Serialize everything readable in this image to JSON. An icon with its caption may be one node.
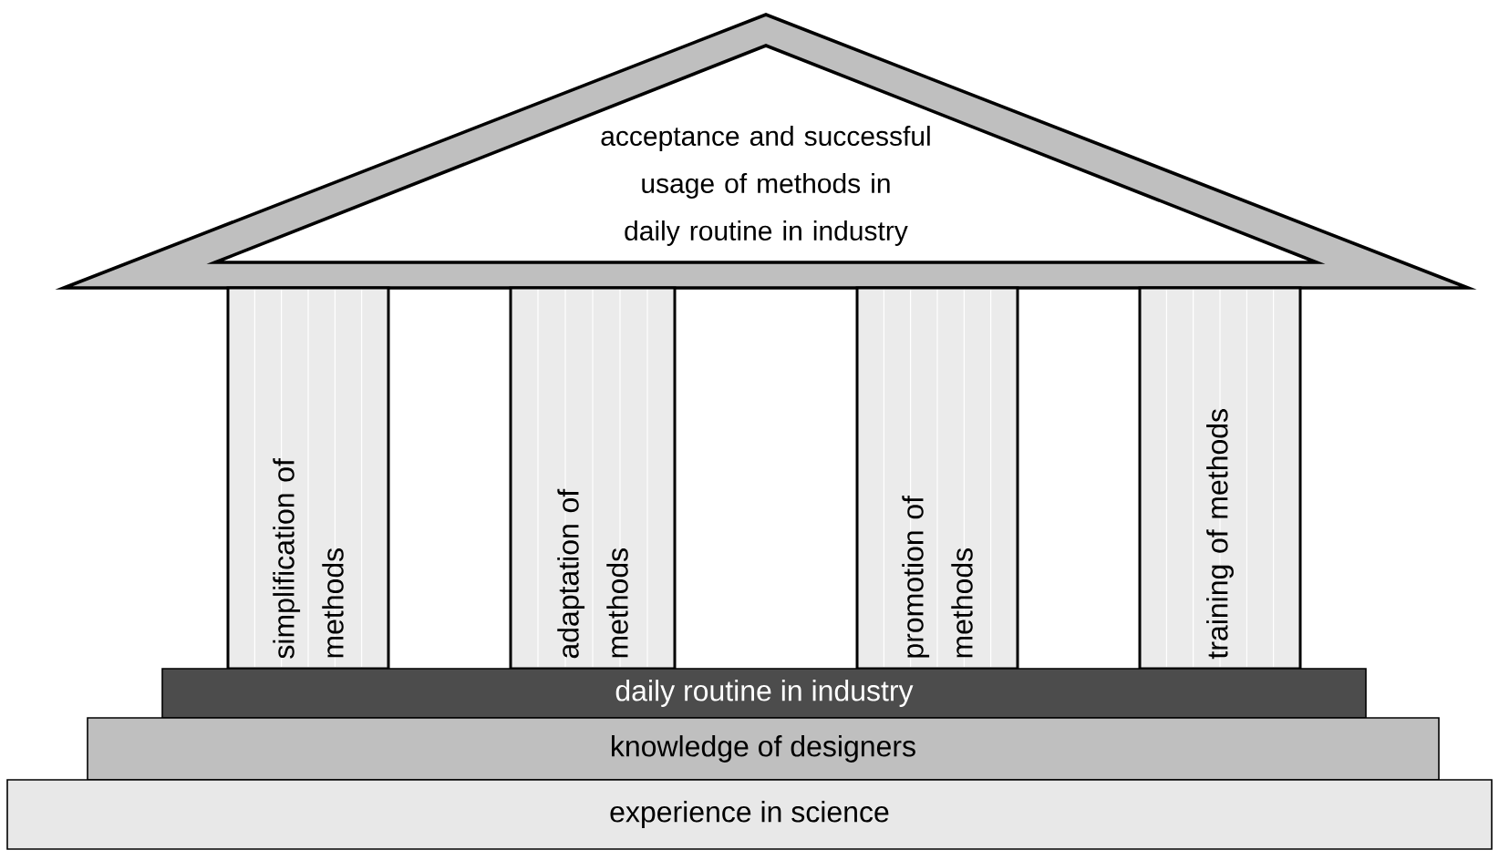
{
  "diagram": {
    "nodes": [
      {
        "text": [
          "acceptance and successful usage of methods in daily routine in industry"
        ]
      },
      {
        "text": [
          "simplification of methods"
        ]
      },
      {
        "text": [
          "adaptation of methods"
        ]
      },
      {
        "text": [
          "promotion of methods"
        ]
      },
      {
        "text": [
          "training of methods"
        ]
      },
      {
        "text": [
          "daily routine in industry"
        ]
      },
      {
        "text": [
          "knowledge of designers"
        ]
      },
      {
        "text": [
          "experience in science"
        ]
      }
    ]
  }
}
